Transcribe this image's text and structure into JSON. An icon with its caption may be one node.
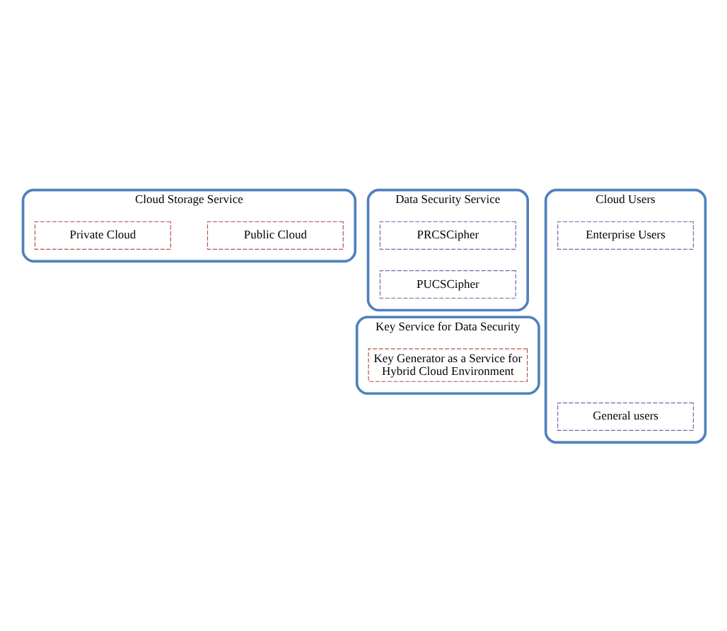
{
  "diagram": {
    "nodes": [
      {
        "text": [
          "Cloud Storage Service"
        ]
      },
      {
        "text": [
          "Public Cloud"
        ],
        "in": 0
      },
      {
        "text": [
          "Private Cloud"
        ],
        "in": 0
      },
      {
        "text": [
          "Data Security Service"
        ]
      },
      {
        "text": [
          "PUCSCipher"
        ],
        "in": 3
      },
      {
        "text": [
          "PRCSCipher"
        ],
        "in": 3
      },
      {
        "text": [
          "Key Service for Data Security"
        ]
      },
      {
        "text": [
          "Key Generator as a Service for Hybrid Cloud Environment"
        ],
        "in": 6
      },
      {
        "text": [
          "Cloud Users"
        ]
      },
      {
        "text": [
          "General users"
        ],
        "in": 8
      },
      {
        "text": [
          "Enterprise Users"
        ],
        "in": 8
      }
    ]
  }
}
